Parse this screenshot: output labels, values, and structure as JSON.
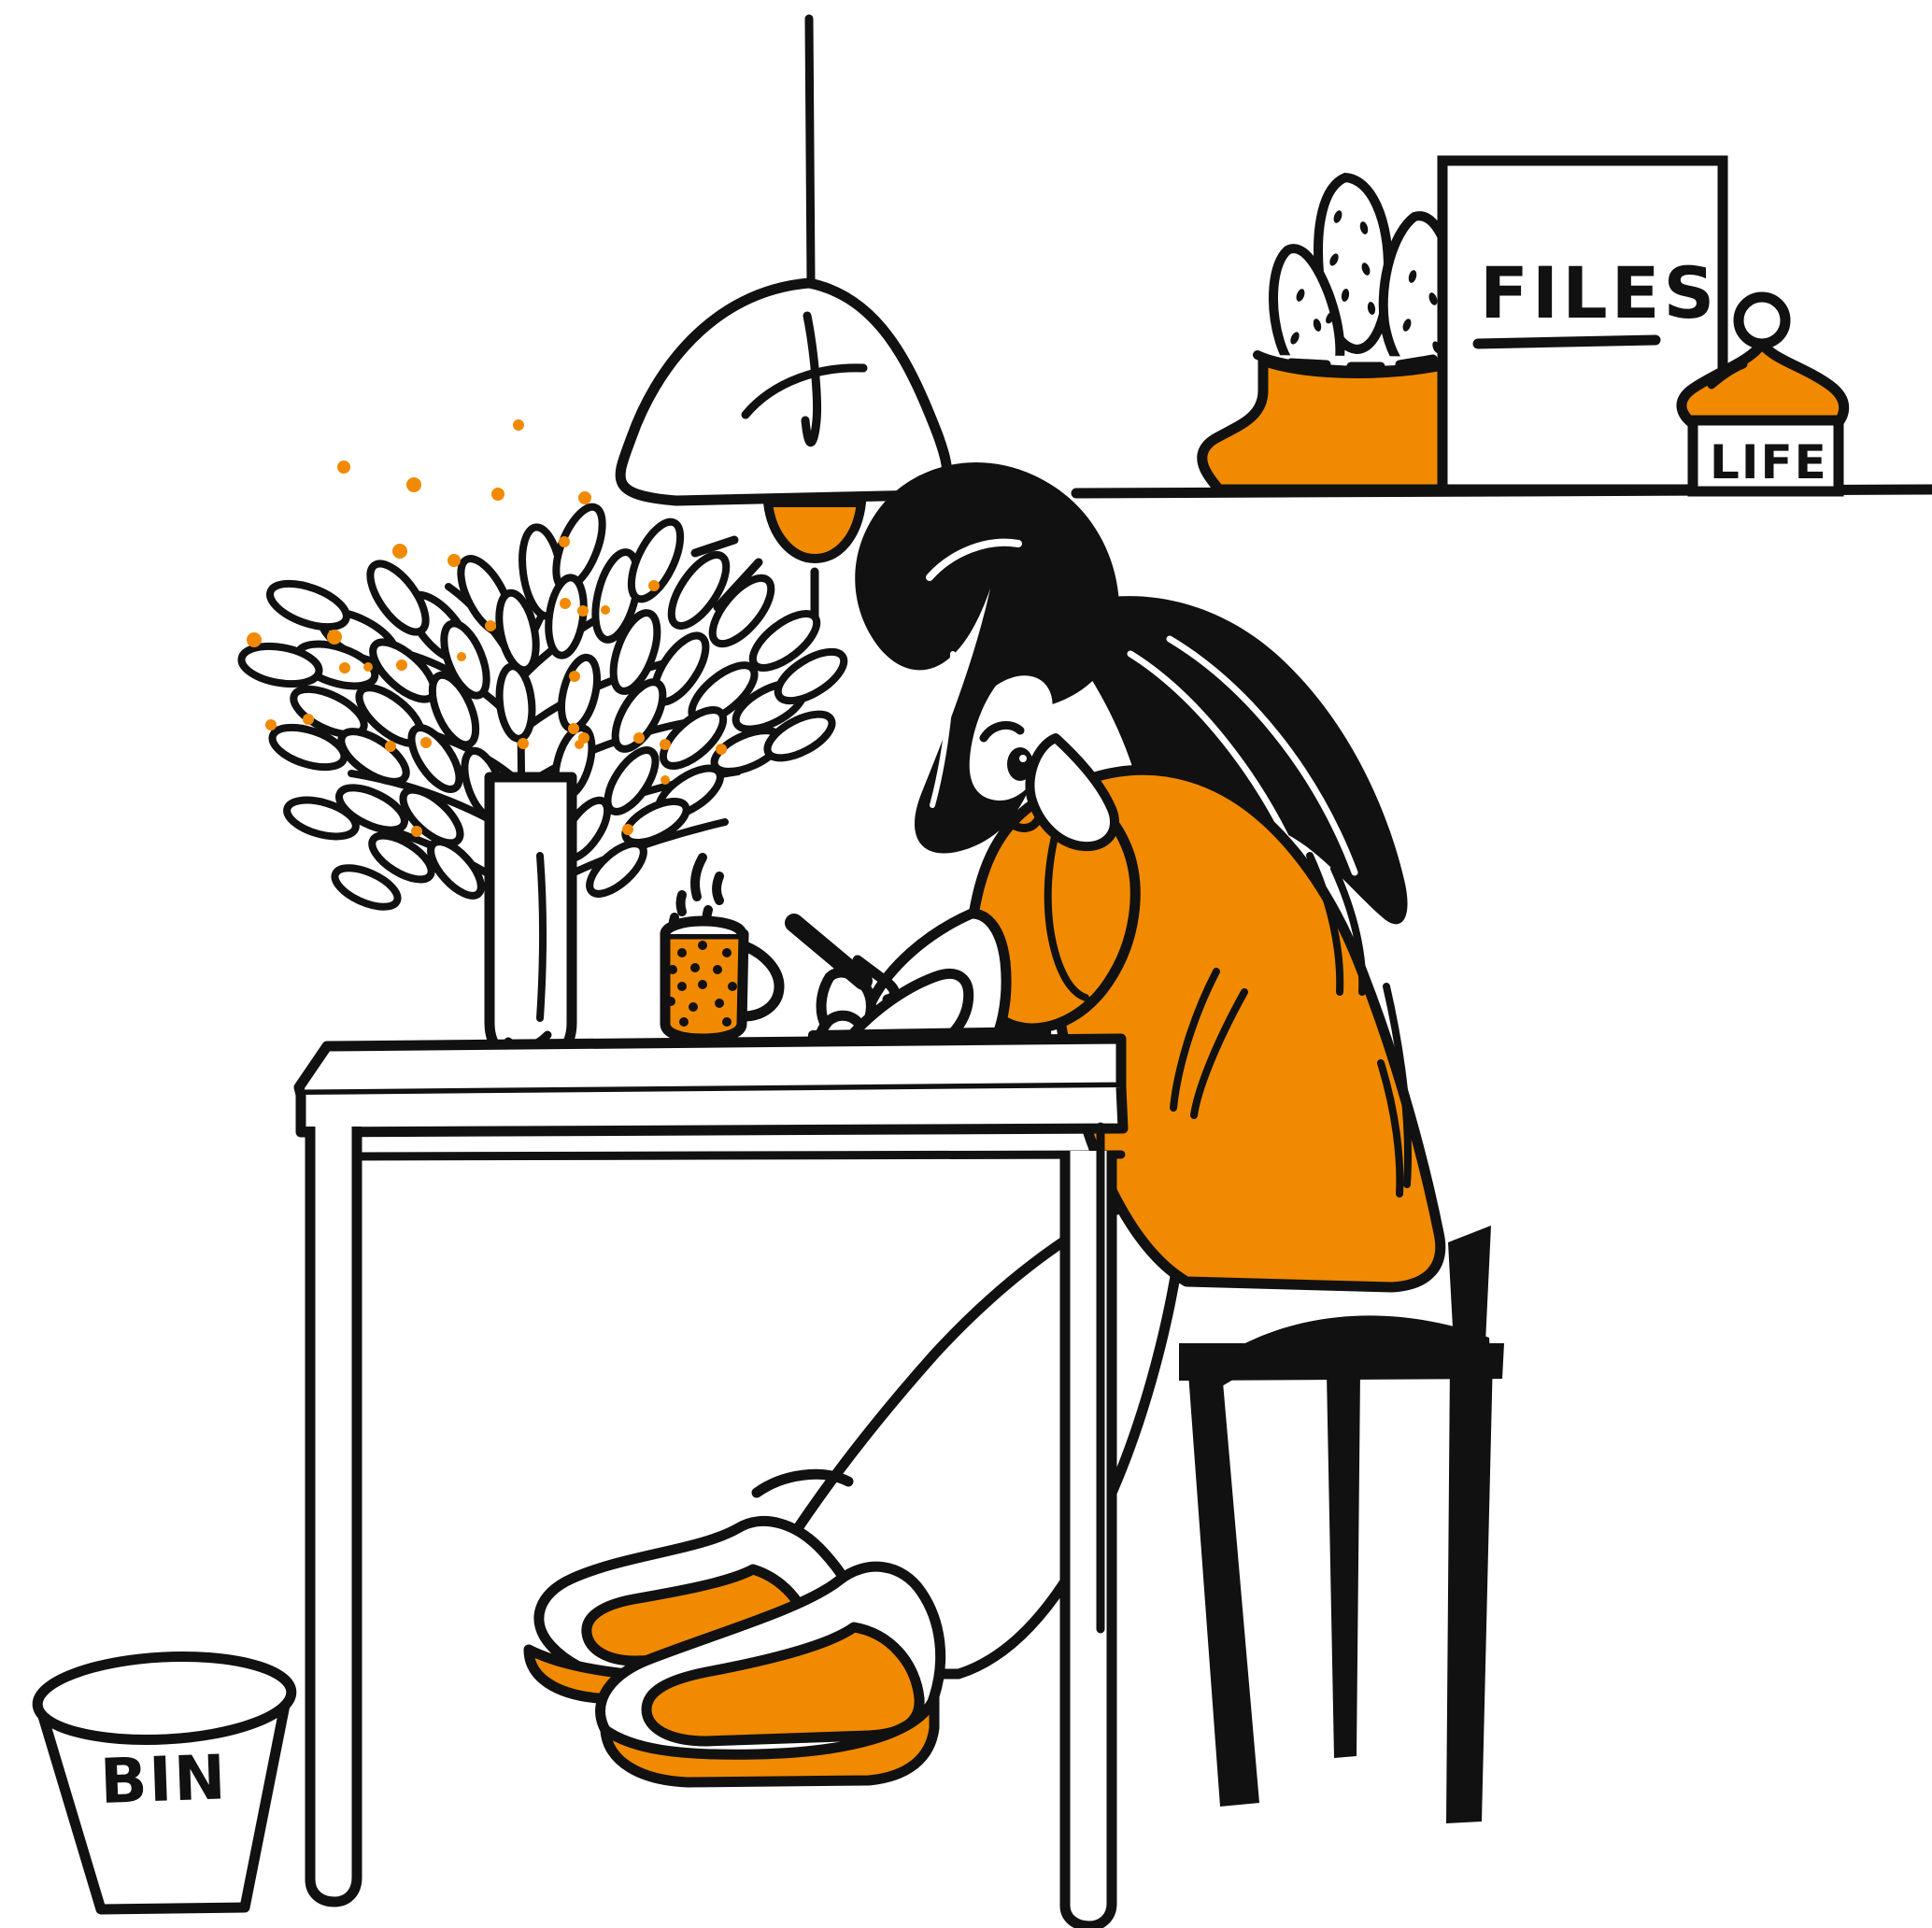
{
  "illustration": {
    "title": "Woman writing at a desk",
    "style": "hand-drawn line art",
    "background_color": "#ffffff",
    "ink_color": "#111111",
    "accent_color": "#F18A00"
  },
  "labels": {
    "files_sign": "FILES",
    "life_jar": "LIFE",
    "bin": "BIN"
  },
  "objects": {
    "pendant_lamp": {
      "name": "pendant-lamp",
      "bulb_color": "#F18A00",
      "shade_color": "#ffffff",
      "ray_count": 5
    },
    "shelf": {
      "name": "wall-shelf",
      "items": [
        "cactus-planter",
        "files-sign",
        "life-jar"
      ]
    },
    "cactus_planter": {
      "name": "cactus-planter",
      "pot_color": "#F18A00",
      "cactus_count": 3
    },
    "life_jar": {
      "name": "life-jar",
      "lid_color": "#F18A00"
    },
    "plant_vase": {
      "name": "leafy-plant-in-vase",
      "vase_color": "#ffffff",
      "leaf_count": 46,
      "dot_count": 28,
      "dot_color": "#F18A00"
    },
    "mug": {
      "name": "coffee-mug",
      "color": "#F18A00",
      "dot_count": 14,
      "steam_strokes": 5
    },
    "desk": {
      "name": "writing-desk",
      "color": "#ffffff"
    },
    "notebook": {
      "name": "notebook-paper"
    },
    "pen": {
      "name": "pen"
    },
    "woman": {
      "name": "seated-woman",
      "hair_color": "#111111",
      "sweater_color": "#F18A00",
      "skirt_color": "#ffffff",
      "expression": "smiling"
    },
    "chair": {
      "name": "chair",
      "color": "#111111"
    },
    "shoes": {
      "name": "platform-wedge-shoes",
      "strap_color": "#F18A00",
      "sole_color": "#F18A00",
      "count": 2
    },
    "bin": {
      "name": "waste-bin",
      "color": "#ffffff"
    }
  }
}
